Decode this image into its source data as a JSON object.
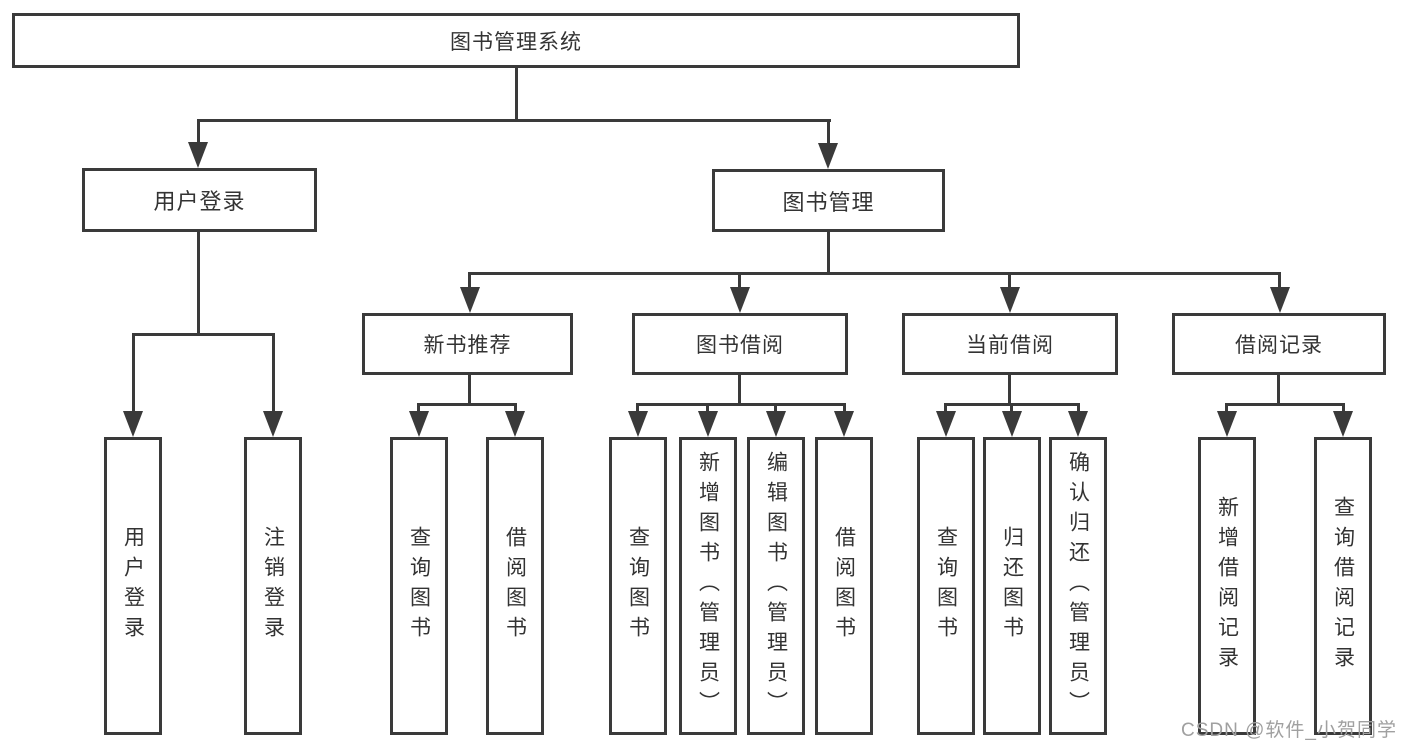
{
  "nodes": {
    "root": {
      "label": "图书管理系统"
    },
    "level2": [
      {
        "label": "用户登录"
      },
      {
        "label": "图书管理"
      }
    ],
    "level3": [
      {
        "label": "新书推荐"
      },
      {
        "label": "图书借阅"
      },
      {
        "label": "当前借阅"
      },
      {
        "label": "借阅记录"
      }
    ],
    "leaves": {
      "user_login": [
        {
          "label": "用户登录"
        },
        {
          "label": "注销登录"
        }
      ],
      "new_book": [
        {
          "label": "查询图书"
        },
        {
          "label": "借阅图书"
        }
      ],
      "book_borrow": [
        {
          "label": "查询图书"
        },
        {
          "label": "新增图书（管理员）"
        },
        {
          "label": "编辑图书（管理员）"
        },
        {
          "label": "借阅图书"
        }
      ],
      "current_borrow": [
        {
          "label": "查询图书"
        },
        {
          "label": "归还图书"
        },
        {
          "label": "确认归还（管理员）"
        }
      ],
      "borrow_record": [
        {
          "label": "新增借阅记录"
        },
        {
          "label": "查询借阅记录"
        }
      ]
    }
  },
  "watermark": "CSDN @软件_小贺同学",
  "colors": {
    "line": "#3a3a3a",
    "text": "#333333",
    "watermark": "#a0a0a0",
    "background": "#ffffff"
  }
}
